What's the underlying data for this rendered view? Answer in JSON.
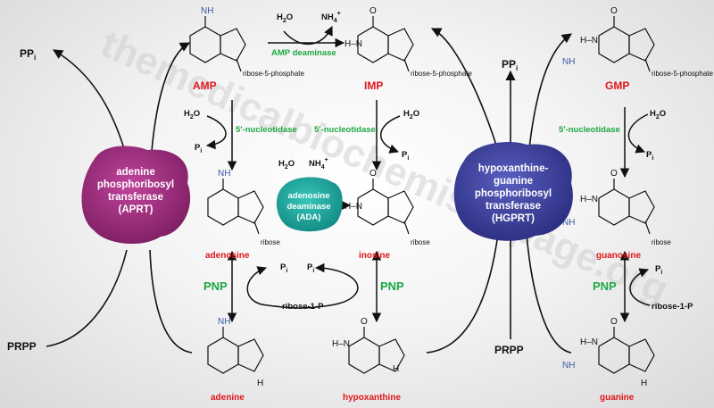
{
  "watermark": "themedicalbiochemistrypage.org",
  "compounds": {
    "amp": "AMP",
    "imp": "IMP",
    "gmp": "GMP",
    "adenosine": "adenosine",
    "inosine": "inosine",
    "guanosine": "guanosine",
    "adenine": "adenine",
    "hypoxanthine": "hypoxanthine",
    "guanine": "guanine"
  },
  "substituents": {
    "ribose5p": "ribose-5-phosphate",
    "ribose": "ribose",
    "nh2": "NH",
    "n": "N",
    "h": "H",
    "o": "O",
    "hn": "H–N"
  },
  "reagents": {
    "h2o": "H",
    "h2o_tail": "O",
    "nh4": "NH",
    "pi": "P",
    "pi_sub": "i",
    "ppi": "PP",
    "ppi_sub": "i",
    "prpp": "PRPP",
    "ribose1p": "ribose-1-P"
  },
  "enzymes": {
    "amp_deaminase": "AMP deaminase",
    "nucleotidase": "5′-nucleotidase",
    "pnp": "PNP",
    "ada_line1": "adenosine",
    "ada_line2": "deaminase",
    "ada_line3": "(ADA)",
    "aprt": [
      "adenine",
      "phosphoribosyl",
      "transferase",
      "(APRT)"
    ],
    "hgprt": [
      "hypoxanthine-",
      "guanine",
      "phosphoribosyl",
      "transferase",
      "(HGPRT)"
    ]
  },
  "colors": {
    "compound_label": "#e0161b",
    "enzyme_label": "#1ea843",
    "aprt_blob": "#9b2a7c",
    "hgprt_blob": "#3b3f9c",
    "ada_blob": "#1aa9a0",
    "nitrogen_blue": "#3d56a8"
  }
}
